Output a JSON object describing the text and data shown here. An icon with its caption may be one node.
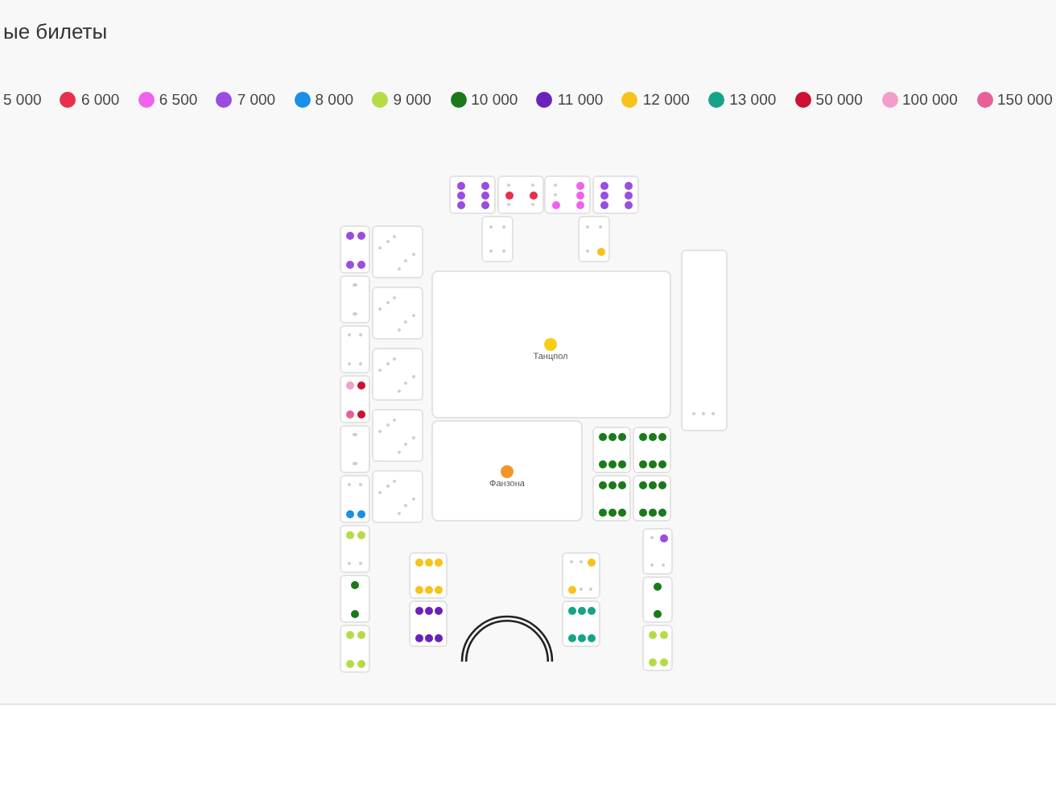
{
  "diagram": {
    "title": "ые билеты",
    "nodes": [
      {
        "text": [],
        "shape": "box"
      },
      {
        "text": [],
        "shape": "box"
      },
      {
        "text": [],
        "shape": "box"
      },
      {
        "text": [],
        "shape": "box"
      },
      {
        "text": [],
        "shape": "box"
      },
      {
        "text": [],
        "shape": "box"
      },
      {
        "text": [],
        "shape": "box"
      },
      {
        "text": [],
        "shape": "box"
      },
      {
        "text": [],
        "shape": "box"
      },
      {
        "text": [
          "Танцпол"
        ]
      },
      {
        "text": [],
        "shape": "box"
      },
      {
        "text": [],
        "shape": "box"
      },
      {
        "text": [],
        "shape": "box"
      },
      {
        "text": [],
        "shape": "box"
      },
      {
        "text": [],
        "shape": "box"
      },
      {
        "text": [],
        "shape": "box"
      },
      {
        "text": [
          "Фанзона"
        ]
      },
      {
        "text": [],
        "shape": "box"
      },
      {
        "text": [],
        "shape": "box"
      },
      {
        "text": [],
        "shape": "box"
      },
      {
        "text": [],
        "shape": "box"
      },
      {
        "text": [],
        "shape": "box"
      },
      {
        "text": [],
        "shape": "box"
      },
      {
        "text": [],
        "shape": "box"
      },
      {
        "text": [],
        "shape": "box"
      },
      {
        "text": [],
        "shape": "box"
      },
      {
        "text": [],
        "shape": "box"
      },
      {
        "text": [],
        "shape": "box"
      },
      {
        "text": [],
        "shape": "box"
      },
      {
        "text": [],
        "shape": "box"
      },
      {
        "text": [],
        "shape": "box"
      },
      {
        "text": [],
        "shape": "box"
      },
      {
        "text": [],
        "shape": "box"
      },
      {
        "text": [],
        "shape": "box"
      }
    ],
    "legend": [
      {
        "text": "5 000"
      },
      {
        "text": "6 000",
        "color": "#e8304a"
      },
      {
        "text": "6 500",
        "color": "#f062ee"
      },
      {
        "text": "7 000",
        "color": "#9b4de0"
      },
      {
        "text": "8 000",
        "color": "#1a8fe8"
      },
      {
        "text": "9 000",
        "color": "#b5dc45"
      },
      {
        "text": "10 000",
        "color": "#1a7a1a"
      },
      {
        "text": "11 000",
        "color": "#6b22b8"
      },
      {
        "text": "12 000",
        "color": "#f7c31a"
      },
      {
        "text": "13 000",
        "color": "#17a38a"
      },
      {
        "text": "50 000",
        "color": "#cc1133"
      },
      {
        "text": "100 000",
        "color": "#f29ec8"
      },
      {
        "text": "150 000",
        "color": "#e8609a"
      }
    ]
  }
}
